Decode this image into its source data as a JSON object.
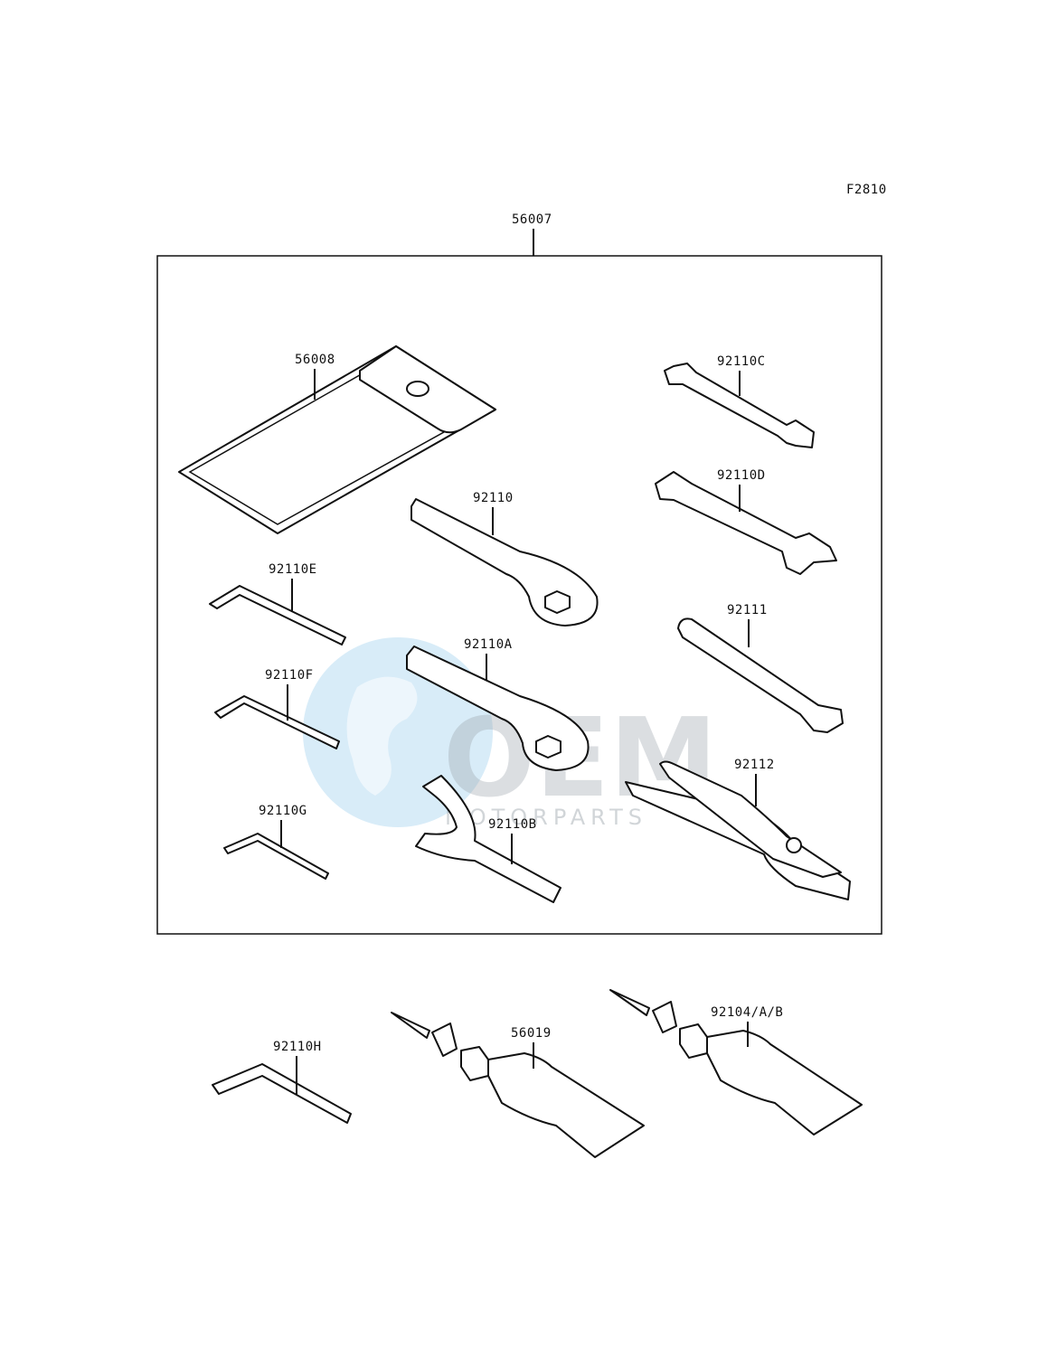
{
  "figure_code": "F2810",
  "assembly_ref": "56007",
  "parts": {
    "case": "56008",
    "wrench_c": "92110C",
    "wrench_d": "92110D",
    "box_wrench": "92110",
    "hex_e": "92110E",
    "hex_f": "92110F",
    "hex_g": "92110G",
    "box_wrench_a": "92110A",
    "spanner_b": "92110B",
    "handle": "92111",
    "pliers": "92112",
    "hex_h": "92110H",
    "repair_kit": "56019",
    "repair_kit_b": "92104/A/B"
  },
  "watermark": {
    "brand": "OEM",
    "sub": "MOTORPARTS"
  }
}
